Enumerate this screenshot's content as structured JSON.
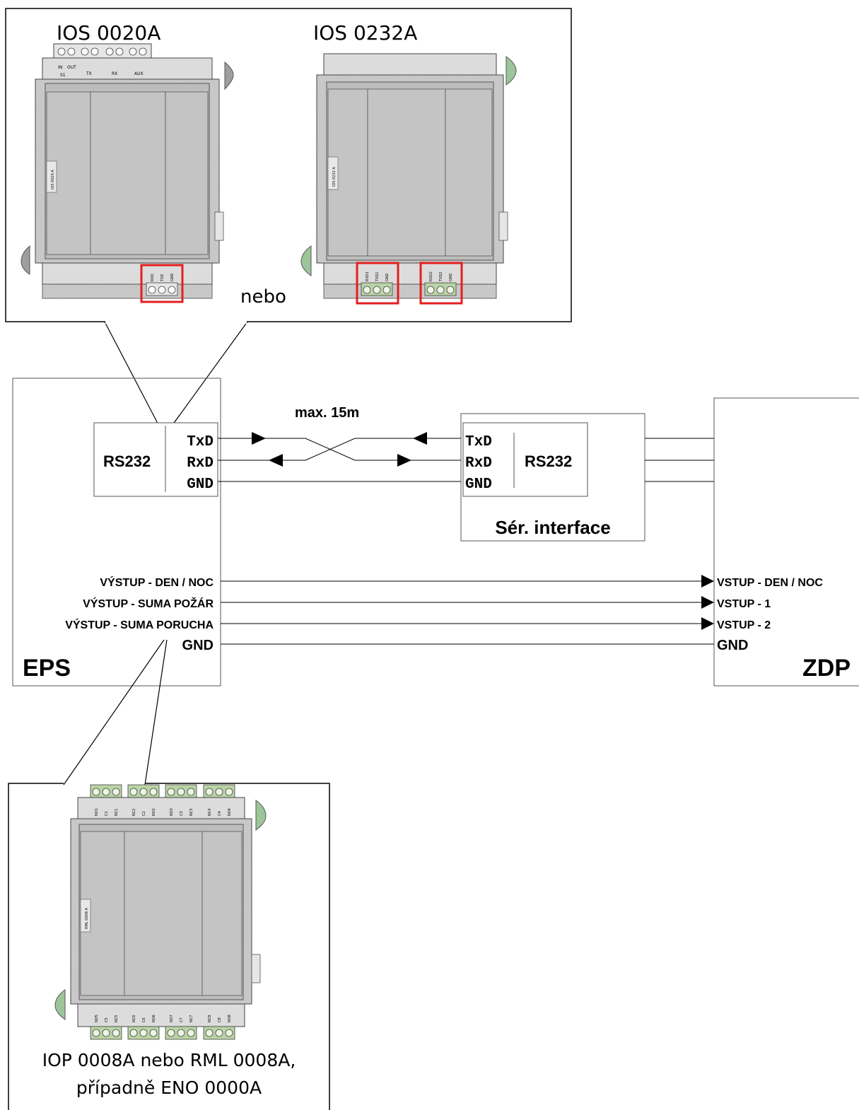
{
  "top_callout": {
    "module1_label": "IOS 0020A",
    "module2_label": "IOS 0232A",
    "or_label": "nebo",
    "module1_side_text": "IOS 0020 A",
    "module2_side_text": "IOS 0232 A",
    "module1_top_terminals": [
      "IN",
      "OUT",
      "TX",
      "RX",
      "AUX"
    ],
    "module1_terminal_sub": "S1",
    "module1_bottom_terminals": [
      "RXD",
      "TXD",
      "GND"
    ],
    "module2_bottom_terminals_a": [
      "RXD1",
      "TXD1",
      "GND"
    ],
    "module2_bottom_terminals_b": [
      "RXD2",
      "TXD2",
      "GND"
    ]
  },
  "eps": {
    "label": "EPS",
    "rs232": "RS232",
    "txd": "TxD",
    "rxd": "RxD",
    "gnd": "GND",
    "out1": "VÝSTUP - DEN / NOC",
    "out2": "VÝSTUP - SUMA POŽÁR",
    "out3": "VÝSTUP - SUMA PORUCHA",
    "out_gnd": "GND"
  },
  "cable_note": "max. 15m",
  "serial": {
    "label": "Sér. interface",
    "rs232": "RS232",
    "txd": "TxD",
    "rxd": "RxD",
    "gnd": "GND"
  },
  "zdp": {
    "label": "ZDP",
    "in1": "VSTUP - DEN / NOC",
    "in2": "VSTUP - 1",
    "in3": "VSTUP - 2",
    "gnd": "GND"
  },
  "bottom_callout": {
    "caption_line1": "IOP 0008A nebo RML 0008A,",
    "caption_line2": "případně ENO 0000A",
    "side_text": "RML 0008 A",
    "top_terminals": [
      "NO1",
      "C1",
      "NC1",
      "NC2",
      "C2",
      "NO2",
      "NO3",
      "C3",
      "NC3",
      "NC4",
      "C4",
      "NO4"
    ],
    "bottom_terminals": [
      "NO5",
      "C5",
      "NC5",
      "NC6",
      "C6",
      "NO6",
      "NO7",
      "C7",
      "NC7",
      "NC8",
      "C8",
      "NO8"
    ]
  },
  "colors": {
    "line": "#000000",
    "highlight": "#e41f1f",
    "terminal_green": "#b9d4a5",
    "module_gray": "#bdbdbd",
    "module_dark": "#8d8d8d",
    "clip_green": "#9cc59a"
  }
}
